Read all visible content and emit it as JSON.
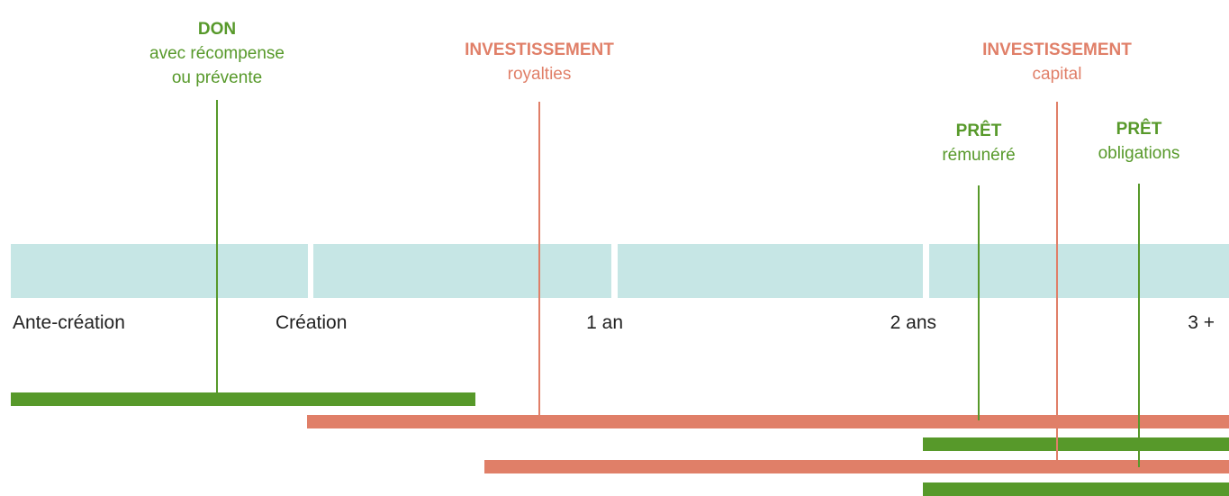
{
  "colors": {
    "green": "#57992a",
    "salmon": "#e07f68",
    "band": "#c6e6e5",
    "text": "#222222"
  },
  "timeline": {
    "labels": [
      "Ante-création",
      "Création",
      "1 an",
      "2 ans",
      "3 +"
    ]
  },
  "categories": [
    {
      "id": "don",
      "title": "DON",
      "subtitle_1": "avec récompense",
      "subtitle_2": "ou prévente",
      "color": "green"
    },
    {
      "id": "invest-royalties",
      "title": "INVESTISSEMENT",
      "subtitle_1": "royalties",
      "color": "salmon"
    },
    {
      "id": "invest-capital",
      "title": "INVESTISSEMENT",
      "subtitle_1": "capital",
      "color": "salmon"
    },
    {
      "id": "pret-remunere",
      "title": "PRÊT",
      "subtitle_1": "rémunéré",
      "color": "green"
    },
    {
      "id": "pret-obligations",
      "title": "PRÊT",
      "subtitle_1": "obligations",
      "color": "green"
    }
  ]
}
